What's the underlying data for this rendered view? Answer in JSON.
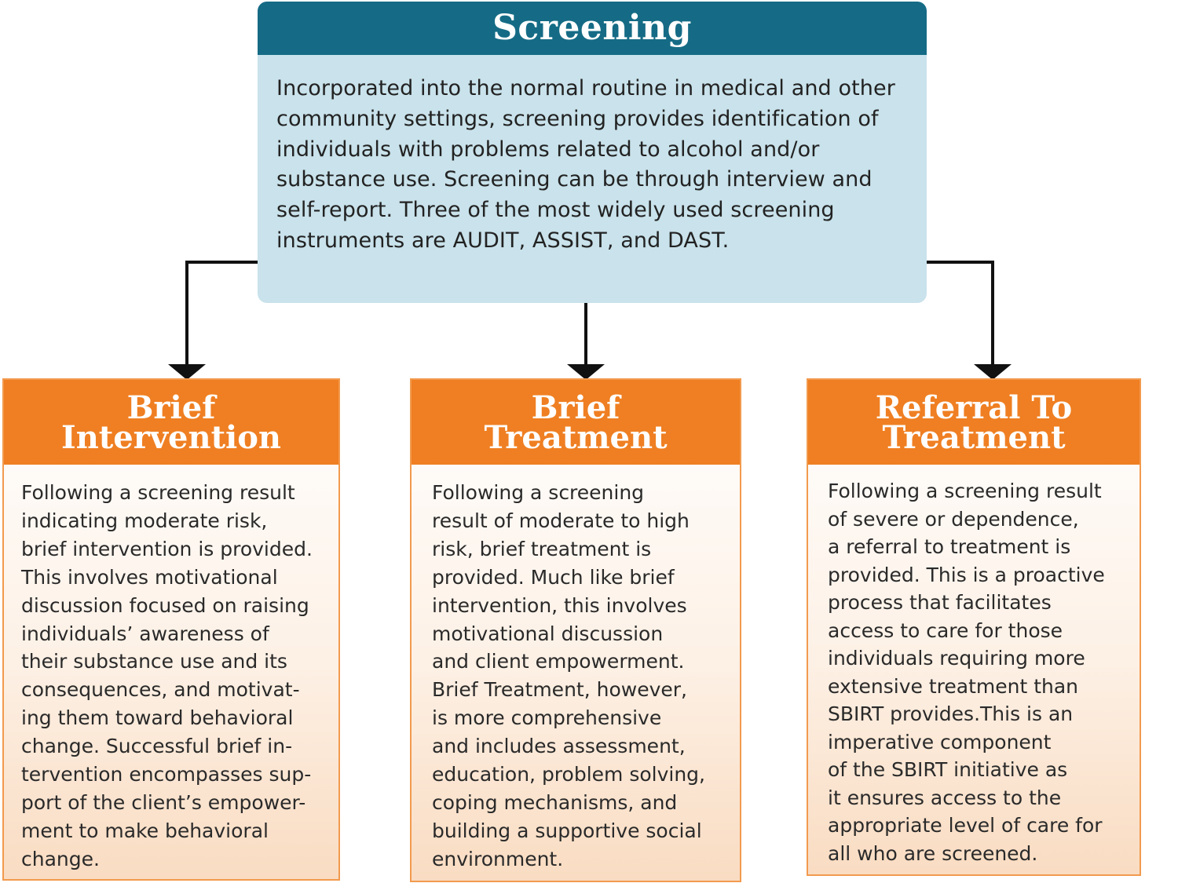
{
  "screening": {
    "title": "Screening",
    "body": "Incorporated into the normal routine in medical and other community settings, screening provides identification of individuals with problems related to alcohol and/or substance use. Screening can be through interview and self-report. Three of the most widely used screening instruments are AUDIT, ASSIST, and DAST."
  },
  "cards": [
    {
      "title": "Brief\nIntervention",
      "body": "Following a screening result\nindicating moderate risk,\nbrief intervention is provided.\nThis involves motivational\ndiscussion focused on raising\nindividuals’ awareness of\ntheir substance use and its\nconsequences, and motivat-\ning them toward behavioral\nchange. Successful brief in-\ntervention encompasses sup-\nport of the client’s empower-\nment to make behavioral\nchange."
    },
    {
      "title": "Brief\nTreatment",
      "body": "Following a screening\nresult of moderate to high\nrisk, brief treatment is\nprovided. Much like brief\nintervention, this involves\nmotivational discussion\nand client empowerment.\nBrief Treatment, however,\nis more comprehensive\nand includes assessment,\neducation, problem solving,\ncoping mechanisms, and\nbuilding a supportive social\nenvironment."
    },
    {
      "title": "Referral To\nTreatment",
      "body": "Following a screening result\nof severe or dependence,\na referral to treatment is\nprovided. This is a proactive\nprocess that facilitates\naccess to care for those\nindividuals requiring more\nextensive treatment than\nSBIRT provides.This is an\nimperative component\nof the SBIRT initiative as\nit ensures access to the\nappropriate level of care for\nall who are screened."
    }
  ],
  "colors": {
    "screening_header": "#156b85",
    "screening_body": "#c9e2eb",
    "card_header": "#ef7f22",
    "card_border": "#f29a4e",
    "arrow": "#111111"
  }
}
